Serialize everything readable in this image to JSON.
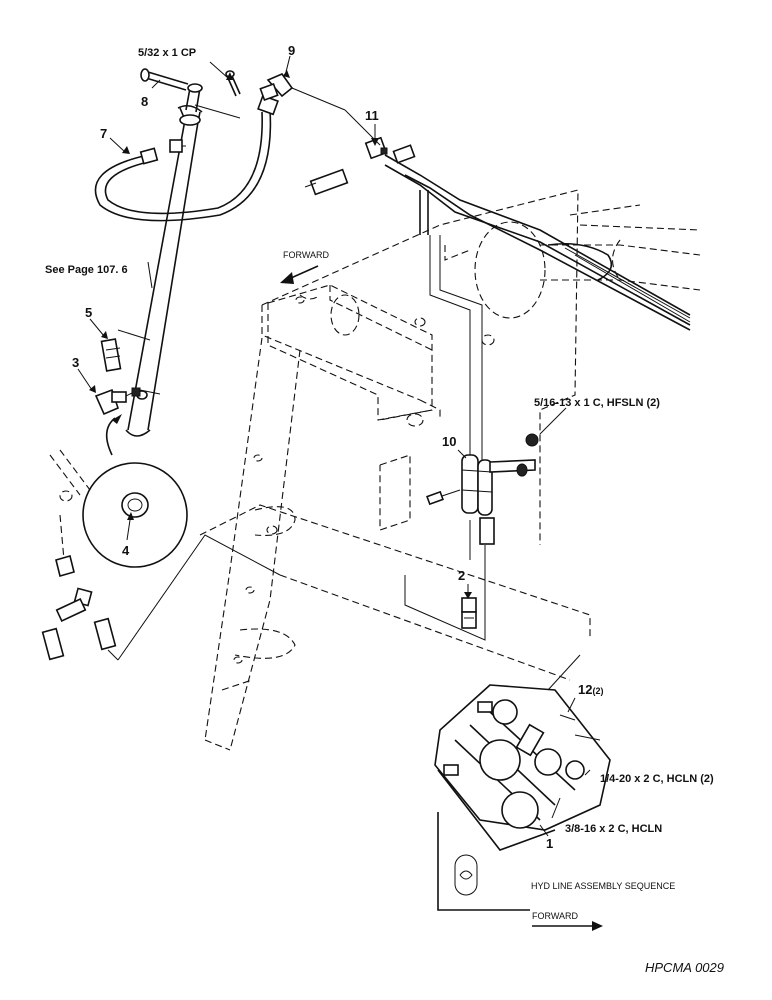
{
  "callouts": {
    "c1": "1",
    "c2": "2",
    "c3": "3",
    "c4": "4",
    "c5": "5",
    "c6": "See Page 107. 6",
    "c7": "7",
    "c8": "8",
    "c9": "9",
    "c10": "10",
    "c11": "11",
    "c12": "12",
    "c12_qty": "(2)"
  },
  "hardware": {
    "cotter_pin": "5/32 x 1 CP",
    "bolt_hfsln": "5/16-13 x 1 C, HFSLN (2)",
    "bolt_hcln_2": "1/4-20 x 2 C, HCLN (2)",
    "bolt_hcln": "3/8-16 x 2 C, HCLN"
  },
  "labels": {
    "forward_top": "FORWARD",
    "assembly_title": "HYD LINE ASSEMBLY SEQUENCE",
    "forward_bottom": "FORWARD",
    "figure_id": "HPCMA 0029"
  }
}
